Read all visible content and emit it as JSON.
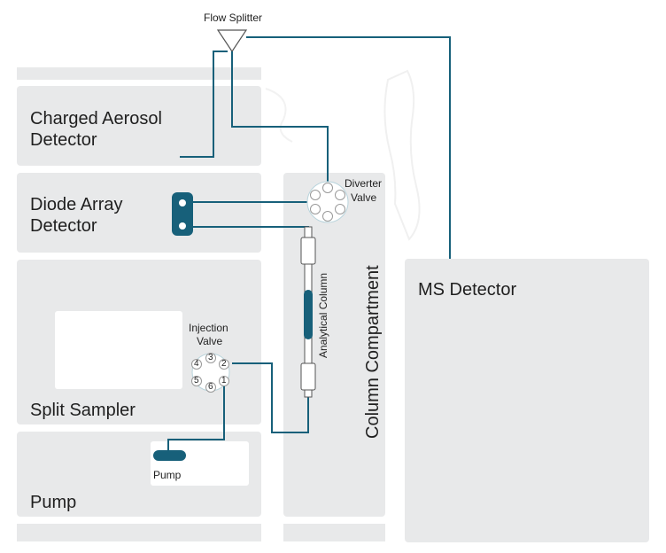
{
  "flow_splitter": {
    "label": "Flow Splitter"
  },
  "charged_aerosol": {
    "label_line1": "Charged Aerosol",
    "label_line2": "Detector"
  },
  "diode_array": {
    "label_line1": "Diode Array",
    "label_line2": "Detector"
  },
  "split_sampler": {
    "label": "Split Sampler"
  },
  "pump_module": {
    "label": "Pump",
    "pump_label": "Pump"
  },
  "injection_valve": {
    "label_line1": "Injection",
    "label_line2": "Valve",
    "ports": [
      "1",
      "2",
      "3",
      "4",
      "5",
      "6"
    ]
  },
  "diverter_valve": {
    "label_line1": "Diverter",
    "label_line2": "Valve"
  },
  "column_compartment": {
    "label": "Column Compartment",
    "column_label": "Analytical Column"
  },
  "ms_detector": {
    "label": "MS Detector"
  },
  "colors": {
    "tubing": "#17607a",
    "module": "#e8e9ea",
    "valve_port": "#b9d4dc"
  }
}
